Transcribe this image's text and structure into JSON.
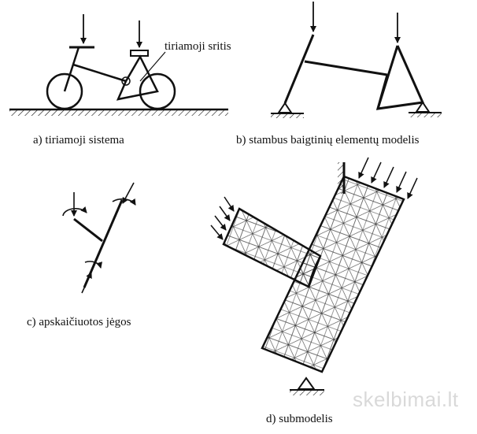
{
  "captions": {
    "a": "a) tiriamoji sistema",
    "b": "b) stambus baigtinių elementų modelis",
    "c": "c) apskaičiuotos jėgos",
    "d": "d) submodelis"
  },
  "label_region": "tiriamoji sritis",
  "watermark": "skelbimai.lt",
  "colors": {
    "ink": "#111111",
    "mesh": "#333333",
    "paper": "#ffffff",
    "watermark": "#d9d9d9"
  }
}
